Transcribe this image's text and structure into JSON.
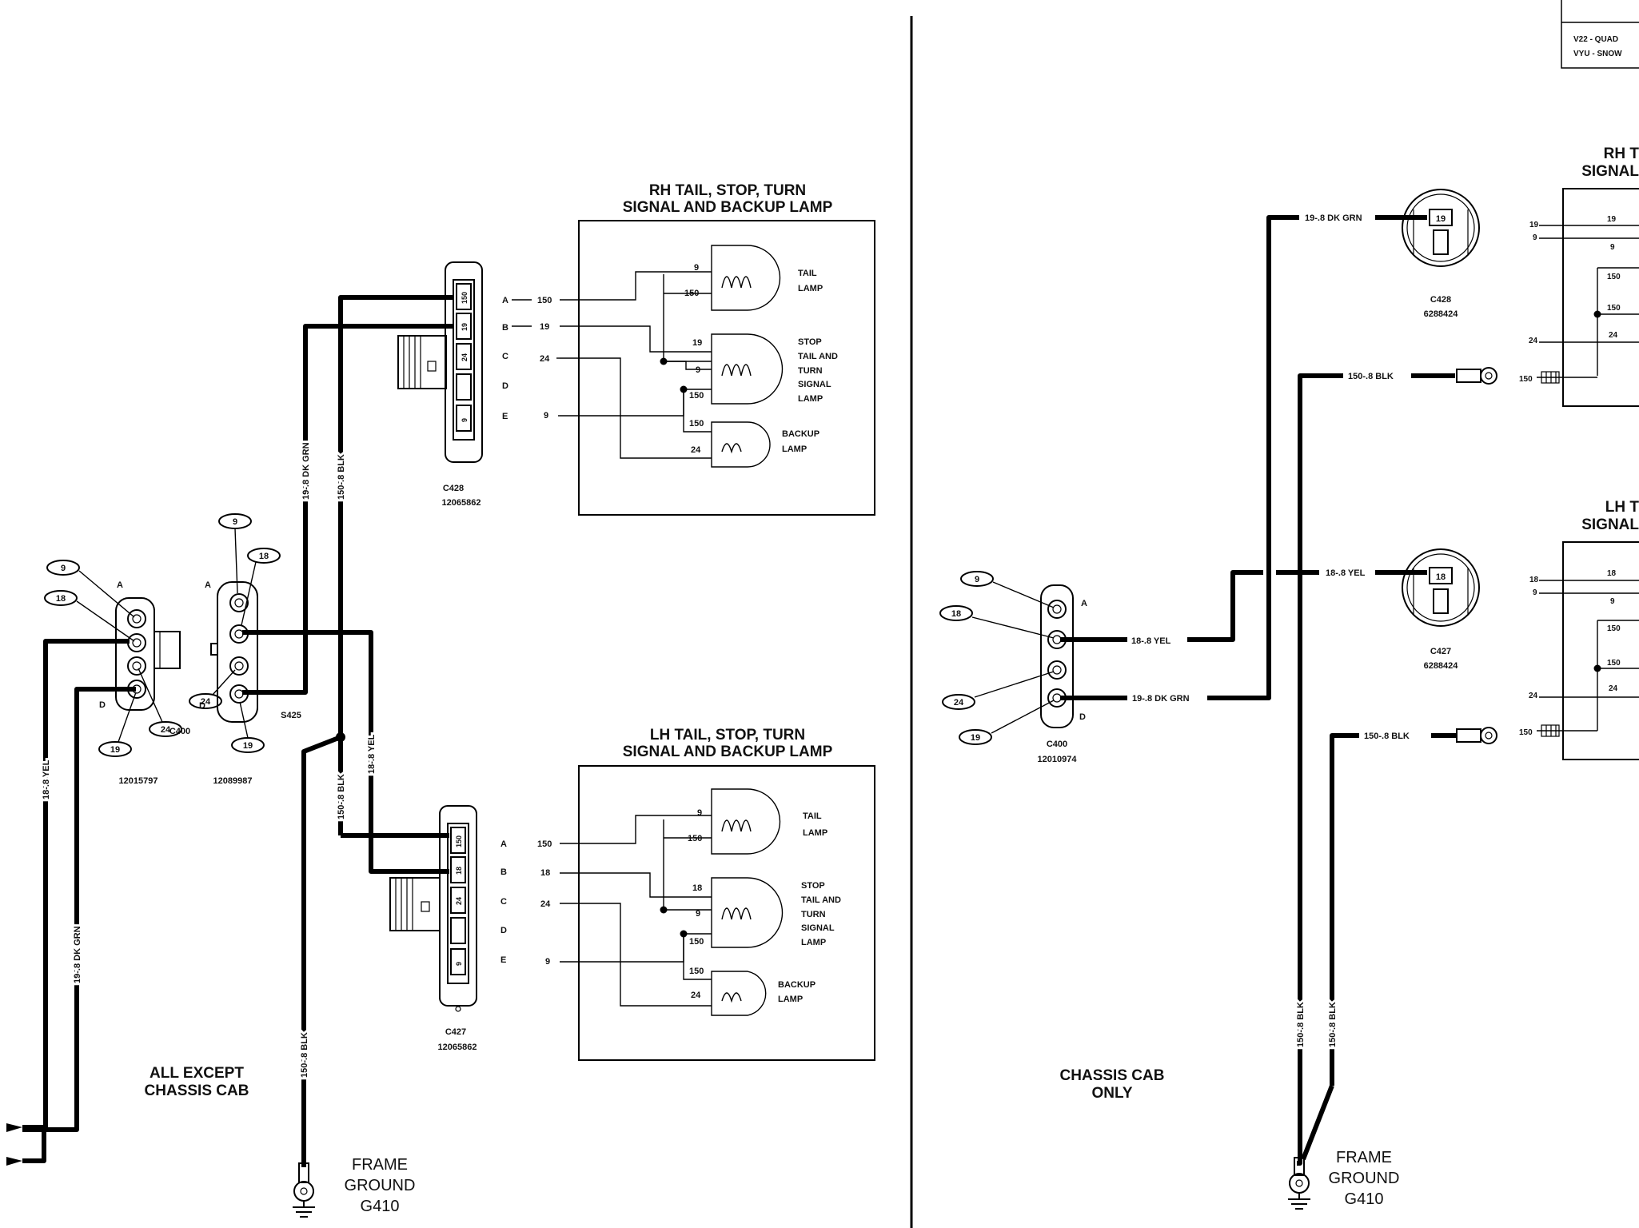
{
  "page": {
    "title": "",
    "divider": true
  },
  "legend": {
    "line1": "V22 - QUAD",
    "line2": "VYU - SNOW"
  },
  "left": {
    "caption": [
      "ALL EXCEPT",
      "CHASSIS CAB"
    ],
    "rh_lamp": {
      "title": [
        "RH TAIL, STOP, TURN",
        "SIGNAL AND BACKUP LAMP"
      ],
      "connector": "C428",
      "part": "12065862",
      "pins": [
        "A",
        "B",
        "C",
        "D",
        "E"
      ],
      "pin_circuits": [
        "150",
        "19",
        "24",
        "",
        "9"
      ],
      "cavity_numbers": [
        "150",
        "19",
        "24",
        "",
        "9"
      ],
      "tail_label": [
        "TAIL",
        "LAMP"
      ],
      "stop_label": [
        "STOP",
        "TAIL AND",
        "TURN",
        "SIGNAL",
        "LAMP"
      ],
      "backup_label": [
        "BACKUP",
        "LAMP"
      ],
      "inner_numbers": {
        "tail_top": "9",
        "tail_bottom": "150",
        "stop_top": "19",
        "stop_mid": "9",
        "stop_bottom": "150",
        "backup_top": "150",
        "backup_bottom": "24"
      }
    },
    "lh_lamp": {
      "title": [
        "LH TAIL, STOP, TURN",
        "SIGNAL AND BACKUP LAMP"
      ],
      "connector": "C427",
      "part": "12065862",
      "pins": [
        "A",
        "B",
        "C",
        "D",
        "E"
      ],
      "pin_circuits": [
        "150",
        "18",
        "24",
        "",
        "9"
      ],
      "cavity_numbers": [
        "150",
        "18",
        "24",
        "",
        "9"
      ],
      "tail_label": [
        "TAIL",
        "LAMP"
      ],
      "stop_label": [
        "STOP",
        "TAIL AND",
        "TURN",
        "SIGNAL",
        "LAMP"
      ],
      "backup_label": [
        "BACKUP",
        "LAMP"
      ],
      "inner_numbers": {
        "tail_top": "9",
        "tail_bottom": "150",
        "stop_top": "18",
        "stop_mid": "9",
        "stop_bottom": "150",
        "backup_top": "150",
        "backup_bottom": "24"
      }
    },
    "c400": {
      "label": "C400",
      "part": "12015797",
      "pin_a": "A",
      "pin_d": "D",
      "callouts": [
        "9",
        "18",
        "24",
        "19"
      ]
    },
    "s425": {
      "label": "S425",
      "part": "12089987",
      "pin_a": "A",
      "pin_d": "D",
      "callouts": [
        "9",
        "18",
        "24",
        "19"
      ]
    },
    "wires": {
      "w1": "19-.8 DK GRN",
      "w2": "150-.8 BLK",
      "w3": "18-.8 YEL",
      "w4": "150-.8 BLK",
      "w5": "18-.8 YEL",
      "w6": "19-.8 DK GRN",
      "w7": "150-.8 BLK"
    },
    "ground": {
      "lines": [
        "FRAME",
        "GROUND",
        "G410"
      ]
    }
  },
  "right": {
    "caption": [
      "CHASSIS CAB",
      "ONLY"
    ],
    "c400": {
      "label": "C400",
      "part": "12010974",
      "pin_a": "A",
      "pin_d": "D",
      "callouts": [
        "9",
        "18",
        "24",
        "19"
      ]
    },
    "c428": {
      "label": "C428",
      "part": "6288424",
      "pin": "19"
    },
    "c427": {
      "label": "C427",
      "part": "6288424",
      "pin": "18"
    },
    "wires": {
      "yel_c400": "18-.8 YEL",
      "grn_c400": "19-.8 DK GRN",
      "grn_top": "19-.8 DK GRN",
      "blk_top": "150-.8 BLK",
      "yel_lower": "18-.8 YEL",
      "blk_lower": "150-.8 BLK",
      "blk_v1": "150-.8 BLK",
      "blk_v2": "150-.8 BLK"
    },
    "rh_partial": {
      "title": [
        "RH T",
        "SIGNAL"
      ],
      "numbers": [
        "19",
        "9",
        "19",
        "9",
        "150",
        "150",
        "24",
        "24",
        "150"
      ]
    },
    "lh_partial": {
      "title": [
        "LH T",
        "SIGNAL"
      ],
      "numbers": [
        "18",
        "9",
        "18",
        "9",
        "150",
        "150",
        "24",
        "24",
        "150"
      ]
    },
    "ground": {
      "lines": [
        "FRAME",
        "GROUND",
        "G410"
      ]
    }
  }
}
